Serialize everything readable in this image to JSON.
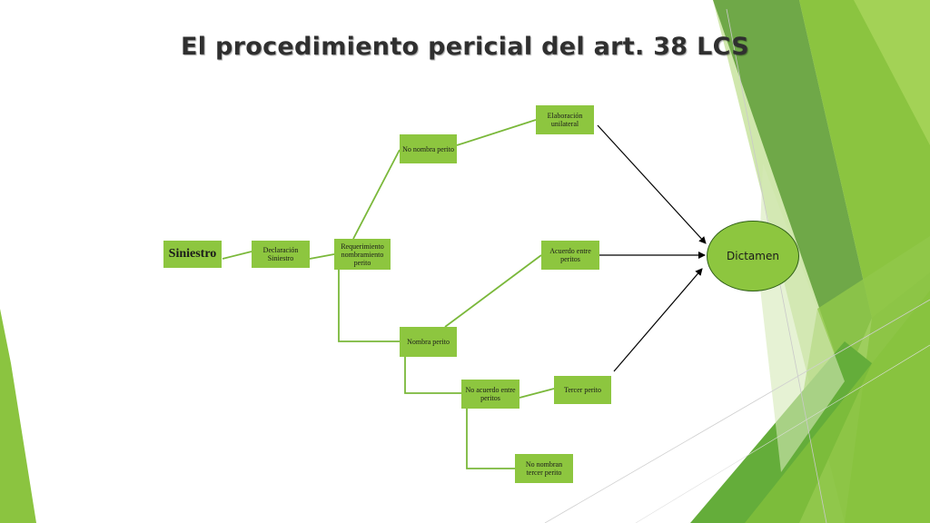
{
  "slide": {
    "title": "El procedimiento pericial del art. 38 LCS"
  },
  "nodes": {
    "siniestro": "Siniestro",
    "declaracion": "Declaración Siniestro",
    "requerimiento": "Requerimiento nombramiento perito",
    "no_nombra": "No nombra perito",
    "elaboracion": "Elaboración unilateral",
    "nombra": "Nombra perito",
    "acuerdo": "Acuerdo entre peritos",
    "no_acuerdo": "No acuerdo entre peritos",
    "tercer": "Tercer perito",
    "no_nombran": "No nombran tercer perito",
    "dictamen": "Dictamen"
  },
  "colors": {
    "node_fill": "#8dc63f",
    "connector": "#7ab83a",
    "arrow": "#000000",
    "deco_dark": "#5f9e3a",
    "deco_light": "#9fd050"
  }
}
